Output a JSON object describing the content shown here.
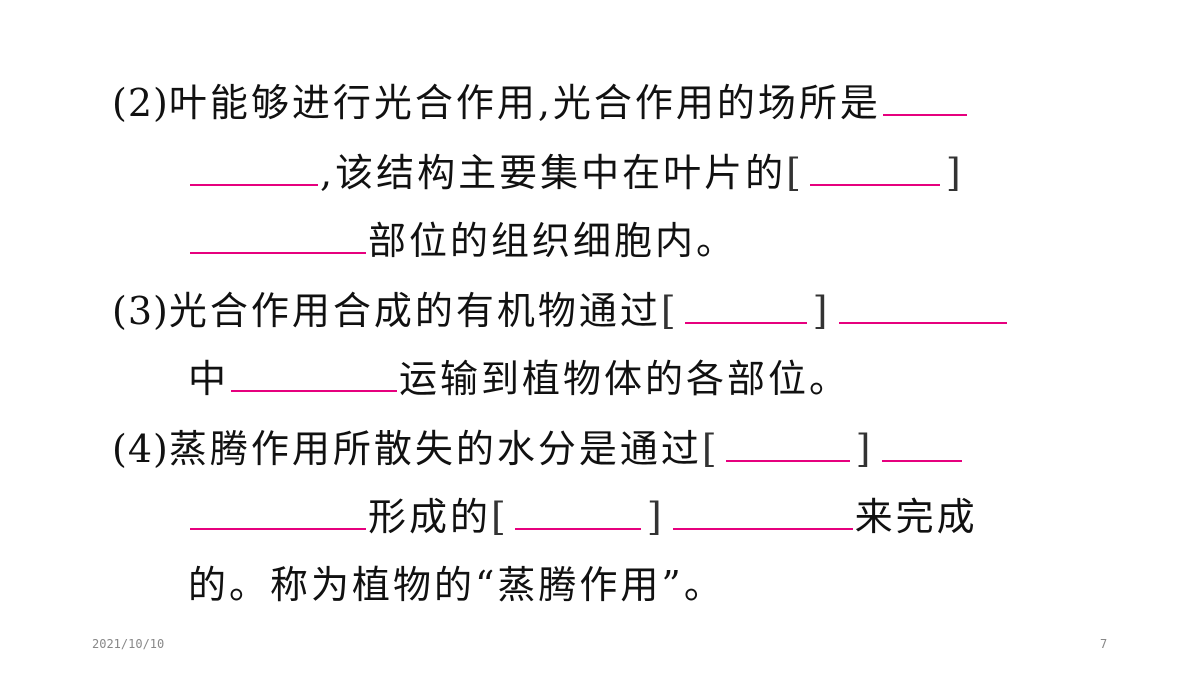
{
  "q2": {
    "number": "(2)",
    "line1": "叶能够进行光合作用,光合作用的场所是",
    "line2_text": ",该结构主要集中在叶片的",
    "bracket_open": "[",
    "bracket_close": "]",
    "line3_text": "部位的组织细胞内。"
  },
  "q3": {
    "number": "(3)",
    "line1": "光合作用合成的有机物通过",
    "bracket_open": "[",
    "bracket_close": "]",
    "line2_prefix": "中",
    "line2_text": "运输到植物体的各部位。"
  },
  "q4": {
    "number": "(4)",
    "line1": "蒸腾作用所散失的水分是通过",
    "bracket_open": "[",
    "bracket_close": "]",
    "line2_text": "形成的",
    "line2_bracket_open": "[",
    "line2_bracket_close": "]",
    "line2_suffix": "来完成",
    "line3": "的。称为植物的“蒸腾作用”。"
  },
  "footer": {
    "date": "2021/10/10",
    "page": "7"
  },
  "colors": {
    "blank_line": "#e6007e",
    "text": "#111111"
  }
}
